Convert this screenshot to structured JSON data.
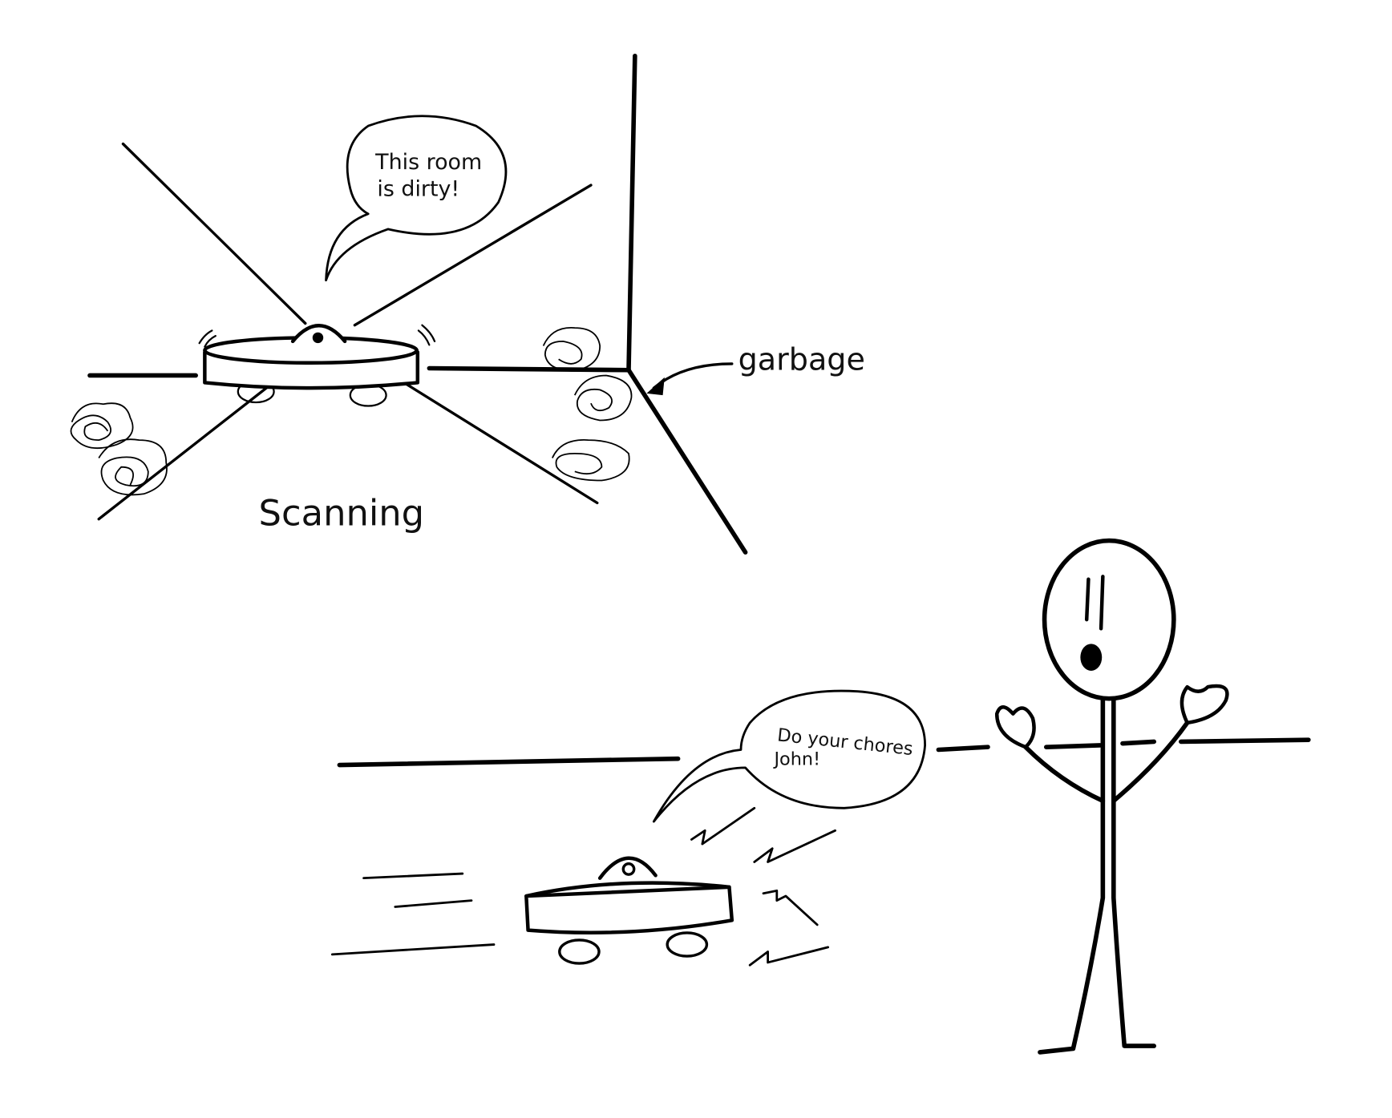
{
  "panel_top": {
    "speech_bubble": {
      "line1": "This room",
      "line2": "is dirty!"
    },
    "caption": "Scanning",
    "label": "garbage"
  },
  "panel_bottom": {
    "speech_bubble": {
      "line1": "Do your chores",
      "line2": "John!"
    }
  },
  "colors": {
    "ink": "#000000",
    "paper": "#ffffff"
  }
}
